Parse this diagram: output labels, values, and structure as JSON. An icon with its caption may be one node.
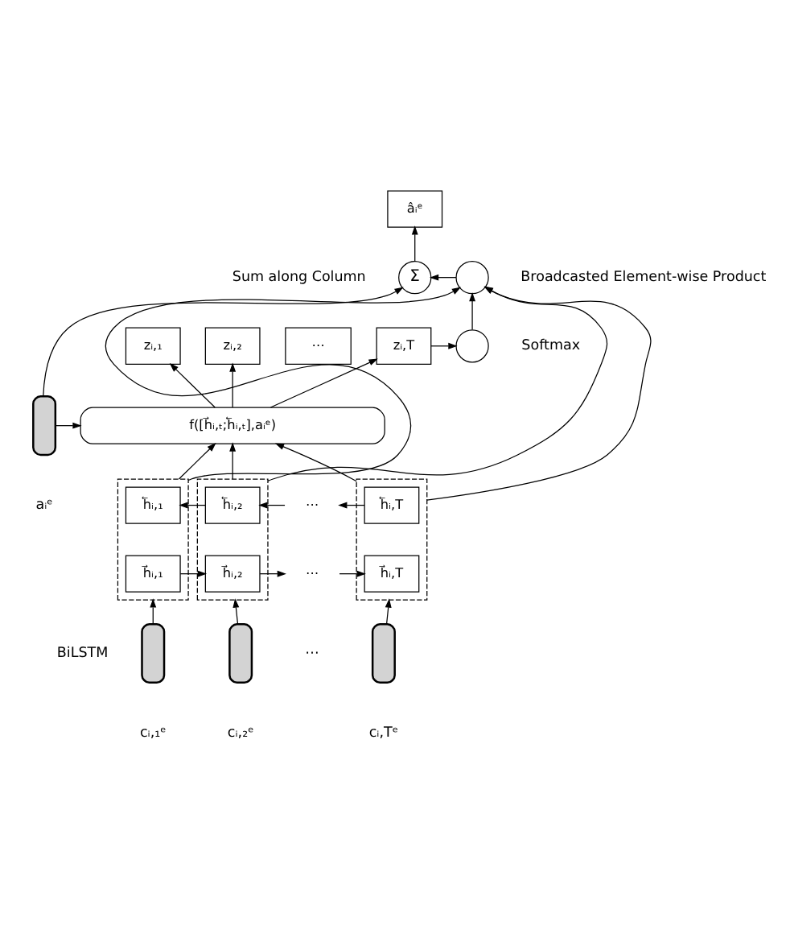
{
  "diagram": {
    "nodes": [
      {
        "text": [
          "âᵢᵉ"
        ]
      },
      {
        "text": [
          "Σ"
        ],
        "beside": [
          "Sum along Column"
        ]
      },
      {
        "text": [],
        "shape": "circle",
        "beside": [
          "Broadcasted Element-wise Product"
        ]
      },
      {
        "text": [
          "zᵢ,₁"
        ]
      },
      {
        "text": [
          "zᵢ,₂"
        ]
      },
      {
        "text": [
          "⋯"
        ]
      },
      {
        "text": [
          "zᵢ,T"
        ]
      },
      {
        "text": [],
        "shape": "circle",
        "beside": [
          "Softmax"
        ]
      },
      {
        "text": [],
        "shape": "bar",
        "beside": [
          "aᵢᵉ"
        ]
      },
      {
        "text": [
          "f([h⃗ᵢ,ₜ;h⃖ᵢ,ₜ],aᵢᵉ)"
        ]
      },
      {
        "text": [],
        "shape": "box"
      },
      {
        "text": [
          "h⃖ᵢ,₁"
        ],
        "in": 10
      },
      {
        "text": [
          "h⃗ᵢ,₁"
        ],
        "in": 10
      },
      {
        "text": [],
        "shape": "box"
      },
      {
        "text": [
          "h⃖ᵢ,₂"
        ],
        "in": 13
      },
      {
        "text": [
          "h⃗ᵢ,₂"
        ],
        "in": 13
      },
      {
        "text": [
          "⋯"
        ]
      },
      {
        "text": [
          "⋯"
        ]
      },
      {
        "text": [],
        "shape": "box"
      },
      {
        "text": [
          "h⃖ᵢ,T"
        ],
        "in": 18
      },
      {
        "text": [
          "h⃗ᵢ,T"
        ],
        "in": 18
      },
      {
        "text": [],
        "shape": "bar",
        "beside": [
          "cᵢ,₁ᵉ"
        ]
      },
      {
        "text": [],
        "shape": "bar",
        "beside": [
          "cᵢ,₂ᵉ"
        ]
      },
      {
        "text": [],
        "shape": "bar",
        "beside": [
          "cᵢ,Tᵉ"
        ]
      }
    ],
    "edges": [
      {
        "from": 1,
        "to": 0,
        "arrow": "to"
      },
      {
        "from": 2,
        "to": 1,
        "arrow": "to"
      },
      {
        "from": 8,
        "to": 1,
        "arrow": "to"
      },
      {
        "from": 7,
        "to": 2,
        "arrow": "to"
      },
      {
        "from": 6,
        "to": 7,
        "arrow": "to"
      },
      {
        "from": 9,
        "to": 3,
        "arrow": "to"
      },
      {
        "from": 9,
        "to": 4,
        "arrow": "to"
      },
      {
        "from": 9,
        "to": 6,
        "arrow": "to"
      },
      {
        "from": 8,
        "to": 9,
        "arrow": "to"
      },
      {
        "from": 10,
        "to": 9,
        "arrow": "to"
      },
      {
        "from": 13,
        "to": 9,
        "arrow": "to"
      },
      {
        "from": 18,
        "to": 9,
        "arrow": "to"
      },
      {
        "from": 10,
        "to": 2,
        "arrow": "to"
      },
      {
        "from": 13,
        "to": 2,
        "arrow": "to"
      },
      {
        "from": 18,
        "to": 2,
        "arrow": "to"
      },
      {
        "from": 14,
        "to": 11,
        "arrow": "to"
      },
      {
        "from": 16,
        "to": 14,
        "arrow": "to"
      },
      {
        "from": 19,
        "to": 16,
        "arrow": "to"
      },
      {
        "from": 12,
        "to": 15,
        "arrow": "to"
      },
      {
        "from": 15,
        "to": 17,
        "arrow": "to"
      },
      {
        "from": 17,
        "to": 20,
        "arrow": "to"
      },
      {
        "from": 21,
        "to": 10,
        "arrow": "to"
      },
      {
        "from": 22,
        "to": 13,
        "arrow": "to"
      },
      {
        "from": 23,
        "to": 18,
        "arrow": "to"
      }
    ],
    "labels": [
      "BiLSTM",
      "⋯"
    ]
  }
}
